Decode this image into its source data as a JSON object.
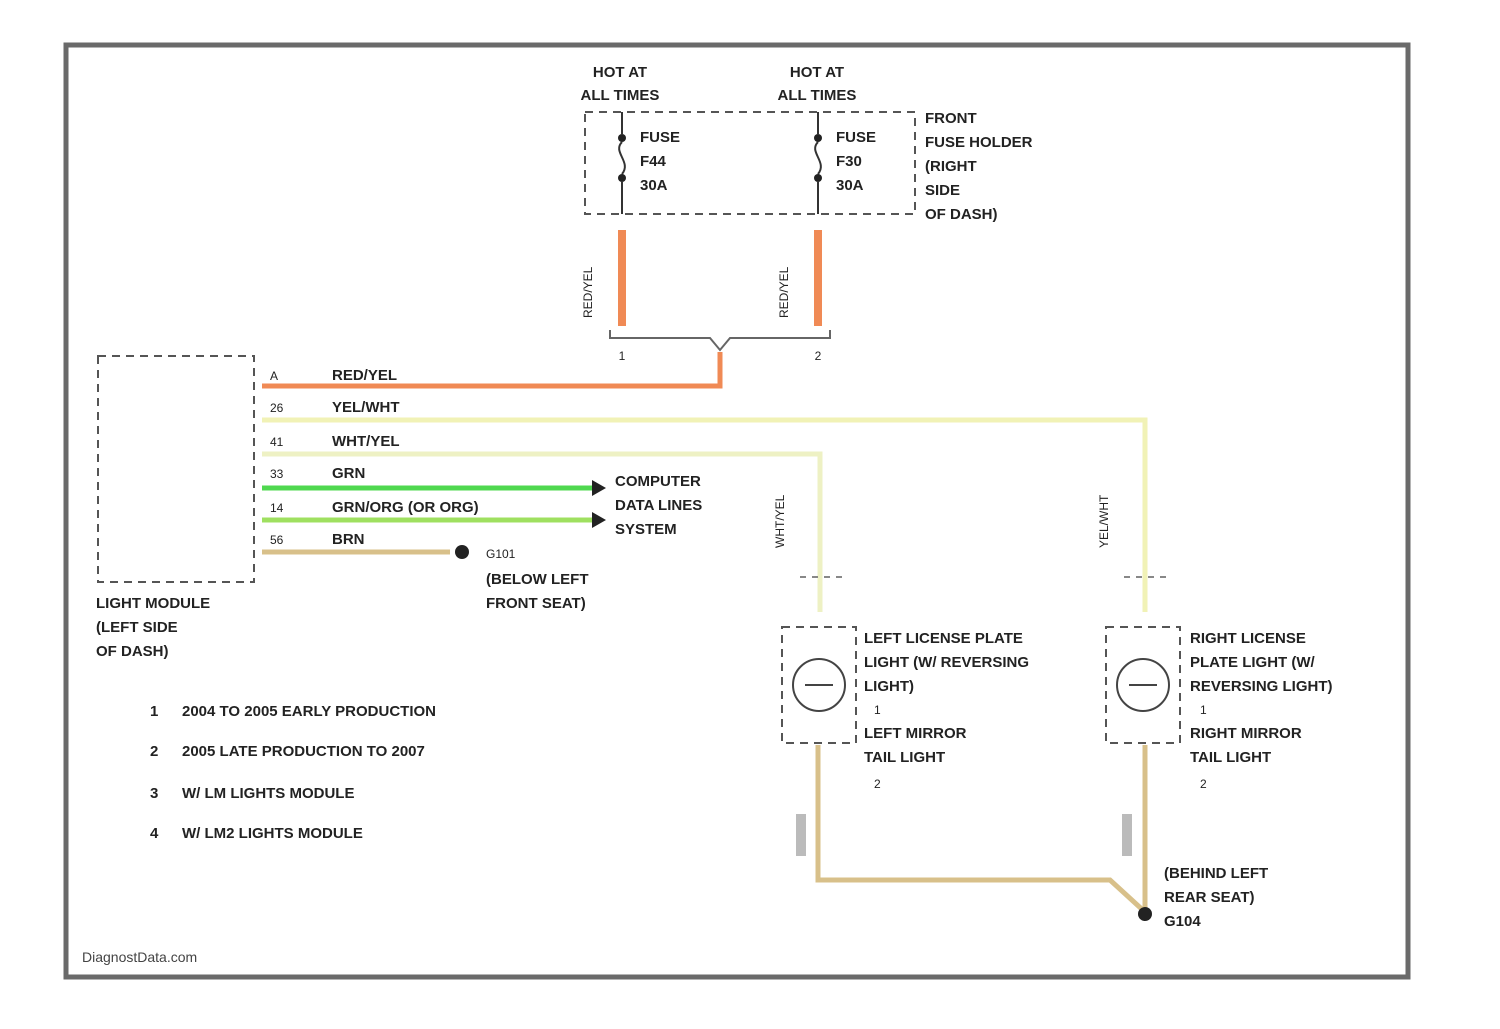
{
  "fuses": {
    "left": {
      "hot": [
        "HOT AT",
        "ALL TIMES"
      ],
      "label": [
        "FUSE",
        "F44",
        "30A"
      ],
      "wire_color": "RED/YEL",
      "terminal": "1"
    },
    "right": {
      "hot": [
        "HOT AT",
        "ALL TIMES"
      ],
      "label": [
        "FUSE",
        "F30",
        "30A"
      ],
      "wire_color": "RED/YEL",
      "terminal": "2"
    },
    "holder": [
      "FRONT",
      "FUSE HOLDER",
      "(RIGHT",
      "SIDE",
      "OF DASH)"
    ]
  },
  "module": {
    "label": [
      "LIGHT MODULE",
      "(LEFT SIDE",
      "OF DASH)"
    ],
    "pins": [
      {
        "pin": "A",
        "wire": "RED/YEL"
      },
      {
        "pin": "26",
        "wire": "YEL/WHT"
      },
      {
        "pin": "41",
        "wire": "WHT/YEL"
      },
      {
        "pin": "33",
        "wire": "GRN"
      },
      {
        "pin": "14",
        "wire": "GRN/ORG  (OR ORG)"
      },
      {
        "pin": "56",
        "wire": "BRN"
      }
    ]
  },
  "data_lines": [
    "COMPUTER",
    "DATA LINES",
    "SYSTEM"
  ],
  "ground_left": {
    "id": "G101",
    "label": [
      "(BELOW LEFT",
      "FRONT SEAT)"
    ]
  },
  "ground_right": {
    "id": "G104",
    "label": [
      "(BEHIND LEFT",
      "REAR SEAT)"
    ]
  },
  "left_light": {
    "title": [
      "LEFT LICENSE PLATE",
      "LIGHT (W/ REVERSING",
      "LIGHT)"
    ],
    "note1": "1",
    "alt": [
      "LEFT MIRROR",
      "TAIL LIGHT"
    ],
    "note2": "2"
  },
  "right_light": {
    "title": [
      "RIGHT LICENSE",
      "PLATE LIGHT (W/",
      "REVERSING LIGHT)"
    ],
    "note1": "1",
    "alt": [
      "RIGHT MIRROR",
      "TAIL LIGHT"
    ],
    "note2": "2"
  },
  "notes": [
    {
      "num": "1",
      "text": "2004 TO 2005 EARLY PRODUCTION"
    },
    {
      "num": "2",
      "text": "2005 LATE PRODUCTION TO 2007"
    },
    {
      "num": "3",
      "text": "W/ LM LIGHTS MODULE"
    },
    {
      "num": "4",
      "text": "W/ LM2 LIGHTS MODULE"
    }
  ],
  "watermark": "DiagnostData.com",
  "colors": {
    "red_yel": "#f08a55",
    "yel_wht": "#f1f2b6",
    "wht_yel": "#eef1c4",
    "grn": "#4fd84f",
    "grn_org": "#9fe060",
    "brn": "#d8c08a",
    "frame": "#6a6a6a"
  }
}
